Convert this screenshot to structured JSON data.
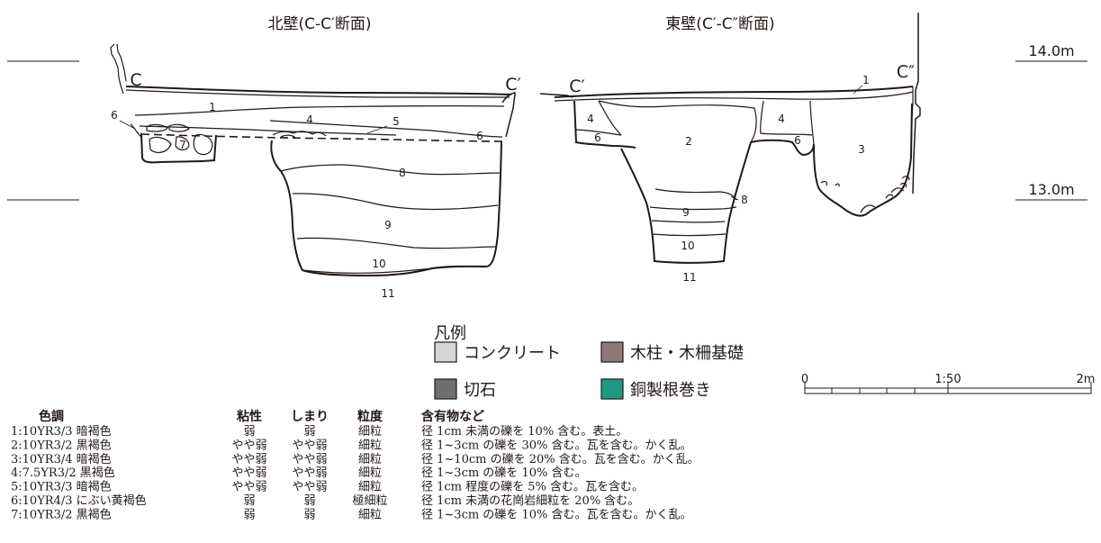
{
  "sections": {
    "north_title": "北壁(C-C′断面)",
    "east_title": "東壁(C′-C″断面)",
    "point_c": "C",
    "point_c_prime": "C′",
    "point_c_prime_2": "C′",
    "point_c_double": "C″"
  },
  "elevations": [
    {
      "label": "14.0m"
    },
    {
      "label": "13.0m"
    }
  ],
  "north_layers": [
    "1",
    "4",
    "5",
    "6",
    "6",
    "7",
    "8",
    "9",
    "10",
    "11"
  ],
  "east_layers": [
    "1",
    "4",
    "6",
    "2",
    "4",
    "6",
    "3",
    "8",
    "9",
    "10",
    "11"
  ],
  "legend": {
    "title": "凡例",
    "items": [
      {
        "label": "コンクリート",
        "color": "#d3d7dd"
      },
      {
        "label": "木柱・木柵基礎",
        "color": "#8e7a72"
      },
      {
        "label": "切石",
        "color": "#6d6e72"
      },
      {
        "label": "銅製根巻き",
        "color": "#1e9a82"
      }
    ]
  },
  "scale_bar": {
    "start": "0",
    "ratio": "1:50",
    "end": "2m"
  },
  "soil_table": {
    "headers": {
      "color": "色調",
      "viscosity": "粘性",
      "compaction": "しまり",
      "grain": "粒度",
      "inclusions": "含有物など"
    },
    "rows": [
      {
        "no": "1",
        "color": "10YR3/3 暗褐色",
        "viscosity": "弱",
        "compaction": "弱",
        "grain": "細粒",
        "inclusions": "径 1cm 未満の礫を 10% 含む。表土。"
      },
      {
        "no": "2",
        "color": "10YR3/2 黒褐色",
        "viscosity": "やや弱",
        "compaction": "やや弱",
        "grain": "細粒",
        "inclusions": "径 1~3cm の礫を 30% 含む。瓦を含む。かく乱。"
      },
      {
        "no": "3",
        "color": "10YR3/4 暗褐色",
        "viscosity": "やや弱",
        "compaction": "やや弱",
        "grain": "細粒",
        "inclusions": "径 1~10cm の礫を 20% 含む。瓦を含む。かく乱。"
      },
      {
        "no": "4",
        "color": "7.5YR3/2 黒褐色",
        "viscosity": "やや弱",
        "compaction": "やや弱",
        "grain": "細粒",
        "inclusions": "径 1~3cm の礫を 10% 含む。"
      },
      {
        "no": "5",
        "color": "10YR3/3 暗褐色",
        "viscosity": "やや弱",
        "compaction": "やや弱",
        "grain": "細粒",
        "inclusions": "径 1cm 程度の礫を 5% 含む。瓦を含む。"
      },
      {
        "no": "6",
        "color": "10YR4/3 にぶい黄褐色",
        "viscosity": "弱",
        "compaction": "弱",
        "grain": "極細粒",
        "inclusions": "径 1cm 未満の花崗岩細粒を 20% 含む。"
      },
      {
        "no": "7",
        "color": "10YR3/2 黒褐色",
        "viscosity": "弱",
        "compaction": "弱",
        "grain": "細粒",
        "inclusions": "径 1~3cm の礫を 10% 含む。瓦を含む。かく乱。"
      }
    ]
  }
}
